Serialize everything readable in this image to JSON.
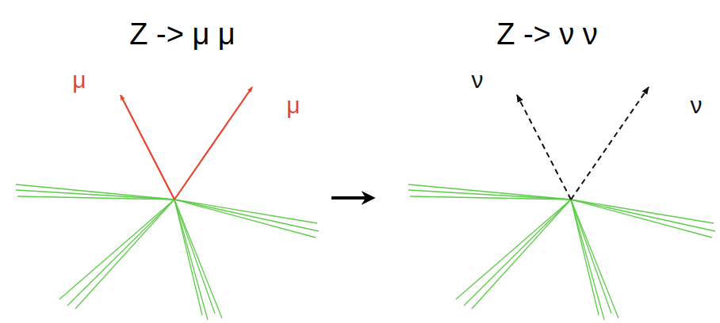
{
  "diagram": {
    "labels": [
      "Z -> μ μ",
      "μ",
      "μ",
      "Z -> ν ν",
      "ν",
      "ν"
    ]
  }
}
